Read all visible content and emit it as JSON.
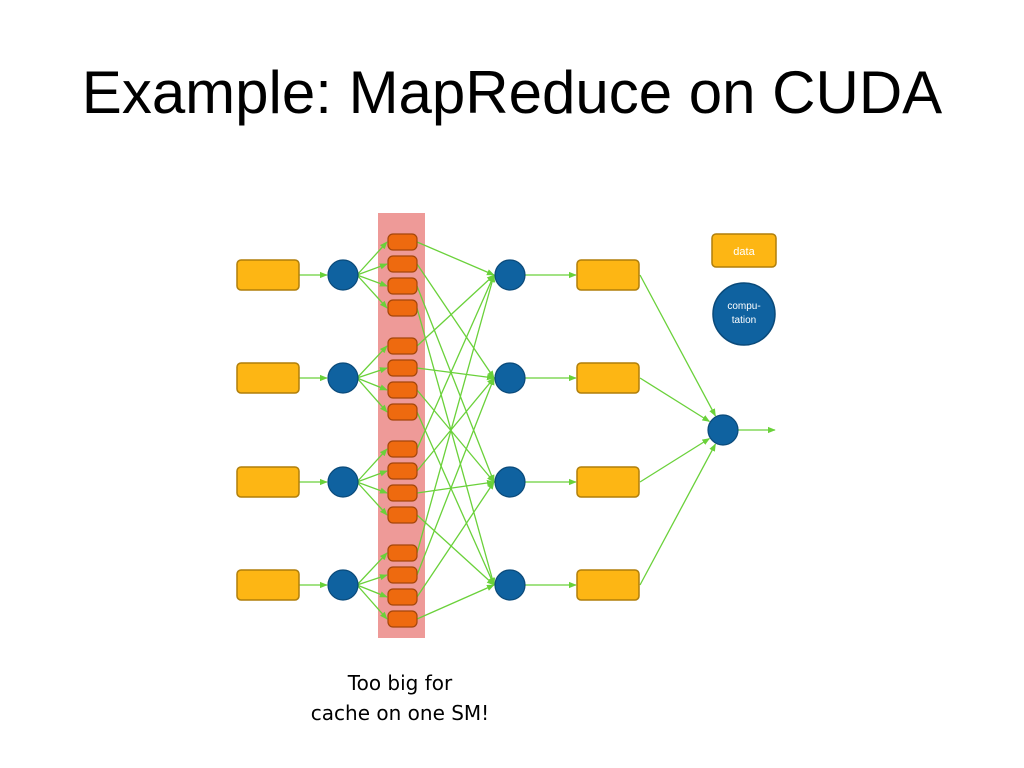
{
  "slide": {
    "title": "Example: MapReduce on CUDA",
    "caption_line1": "Too big for",
    "caption_line2": "cache on one SM!"
  },
  "legend": {
    "data_label": "data",
    "computation_label_line1": "compu-",
    "computation_label_line2": "tation"
  },
  "colors": {
    "data_box": "#FDB614",
    "data_border": "#B07F0A",
    "computation_node": "#0F62A0",
    "intermediate_item": "#EE6A0F",
    "cache_highlight": "#EE9A98",
    "arrow": "#6AD13A"
  }
}
